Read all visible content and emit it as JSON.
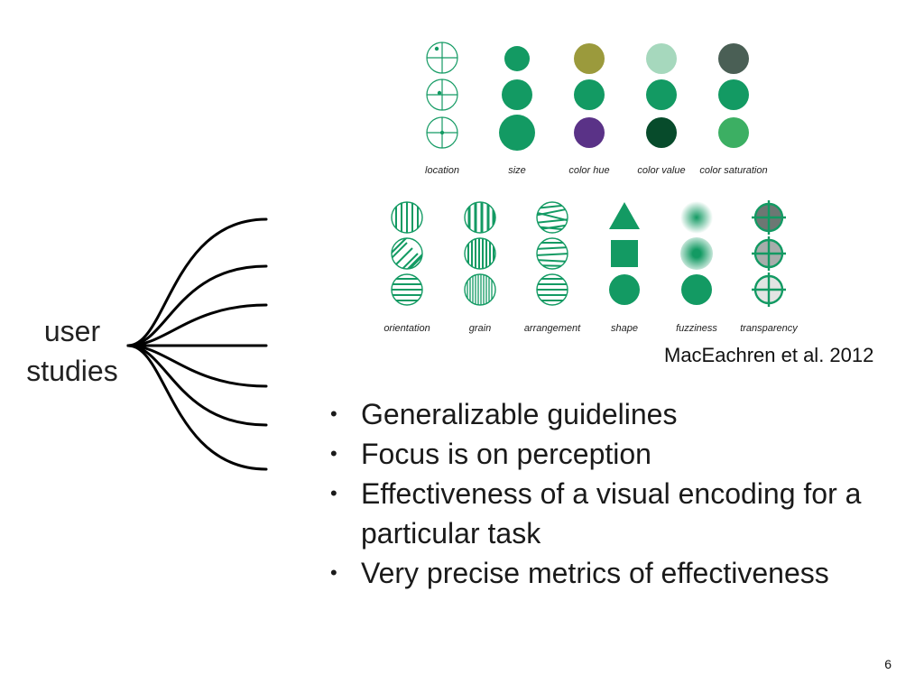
{
  "slide": {
    "topic": {
      "line1": "user",
      "line2": "studies"
    },
    "citation": "MacEachren et al. 2012",
    "bullets": [
      "Generalizable guidelines",
      "Focus is on perception",
      "Effectiveness of a visual encoding for a particular task",
      "Very precise metrics of effectiveness"
    ],
    "page_number": "6"
  },
  "visual_variables": {
    "row1": [
      "location",
      "size",
      "color hue",
      "color value",
      "color saturation"
    ],
    "row2": [
      "orientation",
      "grain",
      "arrangement",
      "shape",
      "fuzziness",
      "transparency"
    ]
  },
  "colors": {
    "green": "#139a63",
    "hue_olive": "#9b9a3c",
    "hue_purple": "#5a3287",
    "value_light": "#a6d8bd",
    "value_dark": "#074b2b",
    "saturation_gray": "#4a5f55",
    "saturation_bright": "#3caf63"
  }
}
